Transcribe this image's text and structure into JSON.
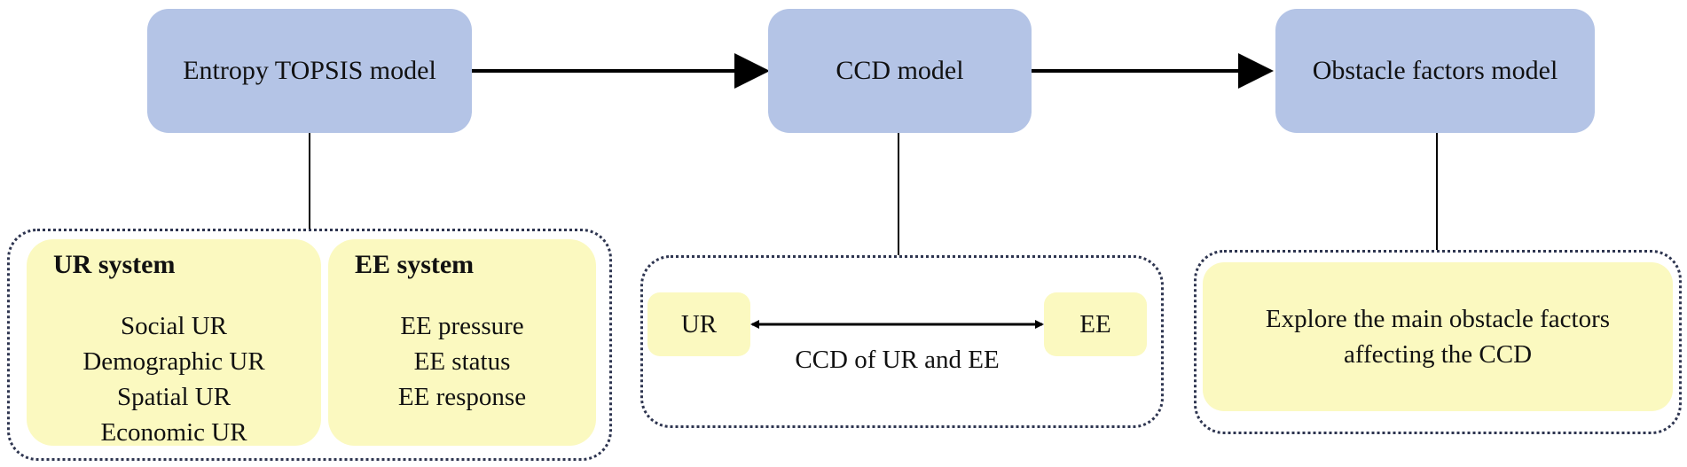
{
  "models": {
    "entropy": "Entropy TOPSIS model",
    "ccd": "CCD model",
    "obstacle": "Obstacle factors model"
  },
  "ur_system": {
    "title": "UR system",
    "items": [
      "Social UR",
      "Demographic UR",
      "Spatial UR",
      "Economic UR"
    ]
  },
  "ee_system": {
    "title": "EE system",
    "items": [
      "EE pressure",
      "EE status",
      "EE response"
    ]
  },
  "ccd_panel": {
    "left": "UR",
    "right": "EE",
    "caption": "CCD of UR and EE"
  },
  "obstacle_panel": {
    "text": "Explore the main obstacle factors affecting the CCD"
  },
  "colors": {
    "model_fill": "#b4c4e6",
    "box_fill": "#fbf9c0",
    "border": "#2e3550",
    "line": "#000000"
  }
}
